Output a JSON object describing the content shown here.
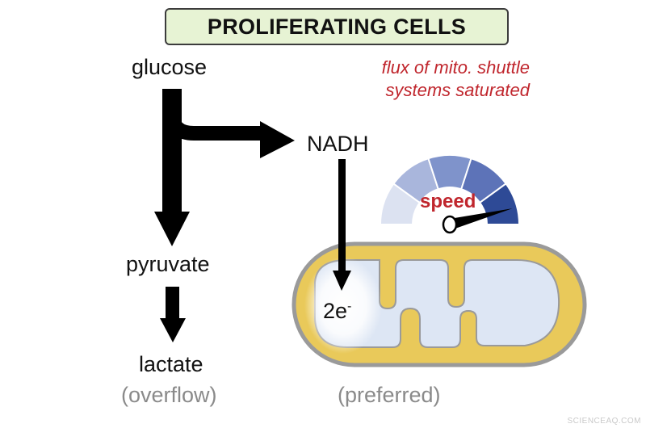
{
  "title": "PROLIFERATING CELLS",
  "nodes": {
    "glucose": "glucose",
    "nadh": "NADH",
    "pyruvate": "pyruvate",
    "lactate": "lactate",
    "electrons": "2e",
    "electrons_sup": "-"
  },
  "note": {
    "line1": "flux of mito. shuttle",
    "line2": "systems saturated"
  },
  "gauge": {
    "label": "speed",
    "level": 0.92,
    "segment_colors": [
      "#dce2f1",
      "#a9b6dc",
      "#7f93cb",
      "#5d73b8",
      "#2e4a96"
    ]
  },
  "captions": {
    "left": "(overflow)",
    "right": "(preferred)"
  },
  "watermark": "SCIENCEAQ.COM",
  "colors": {
    "title_bg": "#e7f3d4",
    "note": "#c0262d",
    "mito_outer": "#e9c95a",
    "mito_inner": "#dde6f4"
  }
}
